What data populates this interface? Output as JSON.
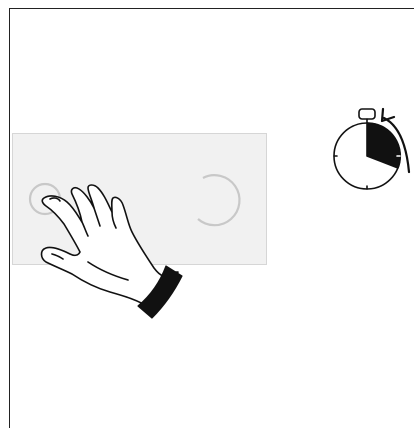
{
  "gesture": {
    "type": "tap-and-hold",
    "source_ring": "left",
    "target_ring": "right",
    "hand": "right-hand-index-finger",
    "timer": {
      "icon": "stopwatch-icon",
      "elapsed_fraction": 0.35,
      "direction": "clockwise"
    }
  },
  "colors": {
    "line": "#111111",
    "panel_bg": "#f1f1f1",
    "panel_border": "#d6d6d6",
    "ring": "#c8c8c8",
    "cuff": "#111111"
  }
}
